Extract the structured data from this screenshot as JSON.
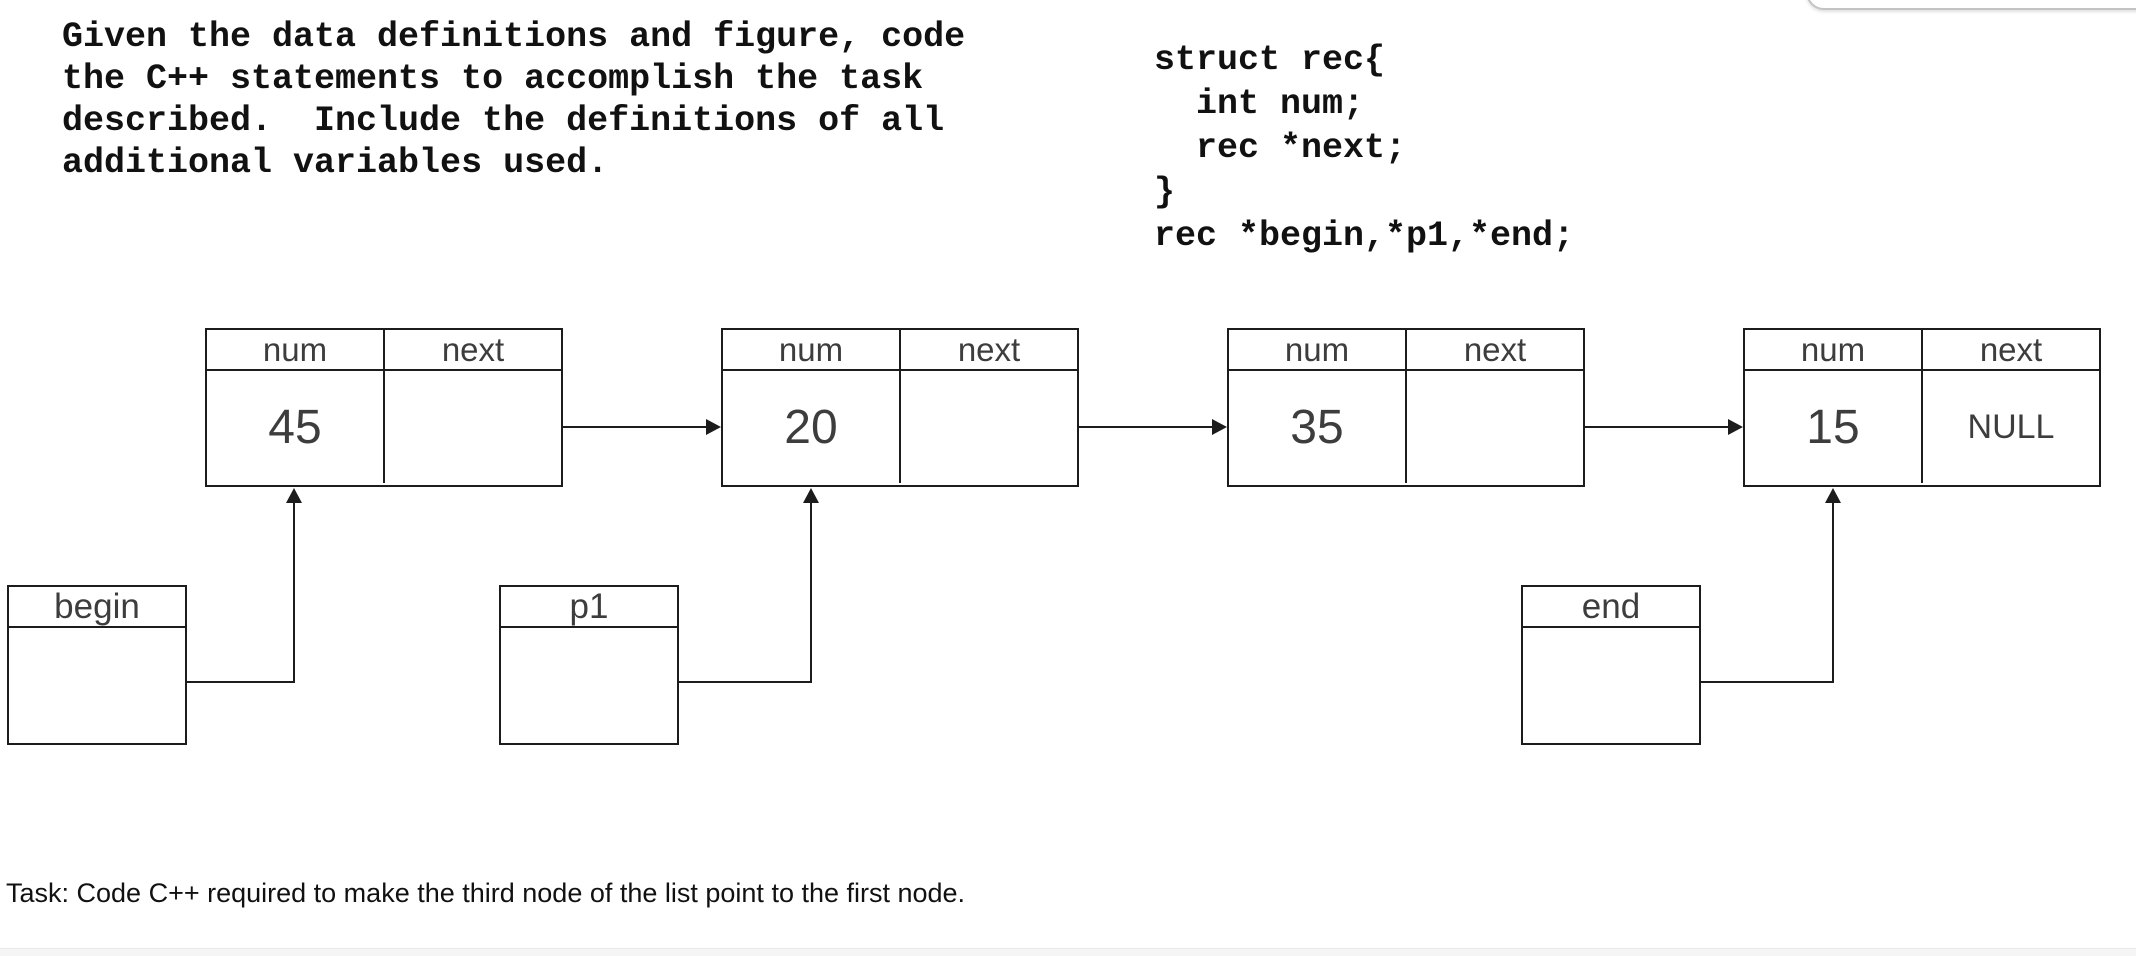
{
  "instructions": {
    "lines": [
      "Given the data definitions and figure, code",
      "the C++ statements to accomplish the task",
      "described.  Include the definitions of all",
      "additional variables used."
    ]
  },
  "code": {
    "lines": [
      "struct rec{",
      "  int num;",
      "  rec *next;",
      "}",
      "rec *begin,*p1,*end;"
    ]
  },
  "diagram": {
    "col_num": "num",
    "col_next": "next",
    "nodes": [
      {
        "num": "45",
        "next": ""
      },
      {
        "num": "20",
        "next": ""
      },
      {
        "num": "35",
        "next": ""
      },
      {
        "num": "15",
        "next": "NULL"
      }
    ],
    "pointers": [
      {
        "label": "begin"
      },
      {
        "label": "p1"
      },
      {
        "label": "end"
      }
    ]
  },
  "task": {
    "text": "Task: Code C++ required to make the third node of the list point to the first node."
  },
  "colors": {
    "line": "#1c1c1c",
    "text": "#111111",
    "label": "#3d3d3d",
    "pill_border": "#c3c3c3",
    "bottom_bar": "#f5f5f5"
  }
}
